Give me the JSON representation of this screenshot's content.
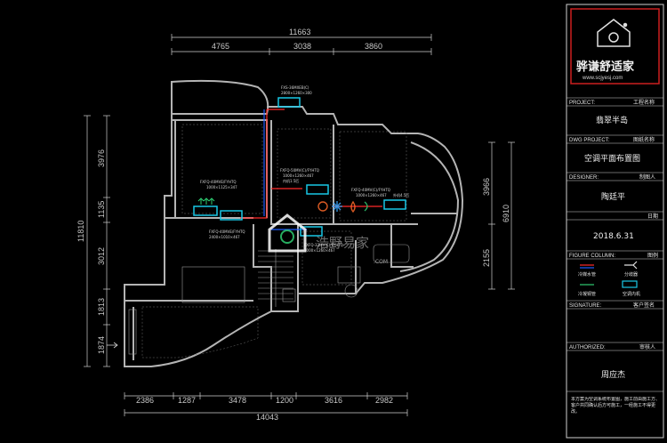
{
  "dimensions": {
    "top_total": "11663",
    "top_segments": [
      "4765",
      "3038",
      "3860"
    ],
    "bottom_total": "14043",
    "bottom_segments": [
      "2386",
      "1287",
      "3478",
      "1200",
      "3616",
      "2982"
    ],
    "left_total": "11810",
    "left_segments": [
      "3976",
      "1135",
      "3012",
      "1813",
      "1874"
    ],
    "right_total": "6910",
    "right_segments": [
      "3966",
      "2155"
    ]
  },
  "ac_labels": {
    "top": [
      "FXS-36MXEB(C)",
      "2800×1260×300"
    ],
    "left_bedroom": [
      "FXFQ-40MVE/FYHTQ",
      "1000×1125×347"
    ],
    "left_living": [
      "FXFQ-40MVE/FYHTQ",
      "2400×1010×467"
    ],
    "center_room": [
      "FXFQ-50MV(C)/FYHTQ",
      "1000×1260×467",
      "内机1.5匹"
    ],
    "right_room": [
      "FXFQ-40MV(C)/FYHTQ",
      "1000×1260×467",
      "外机4.5匹"
    ],
    "center_lower": [
      "FXFQ-32MV(C)/FYHTQ",
      "1000×1260×467"
    ]
  },
  "watermark": {
    "text": "浩野易家",
    "url": ".COM"
  },
  "title_block": {
    "logo_text": "骅谦舒适家",
    "logo_url": "www.scjyesj.com",
    "project_label_en": "PROJECT:",
    "project_label_cn": "工程名称",
    "project_value": "翡翠半岛",
    "dwg_label_en": "DWG PROJECT:",
    "dwg_label_cn": "图纸名称",
    "dwg_value": "空调平面布置图",
    "designer_label_en": "DESIGNER:",
    "designer_label_cn": "制图人",
    "designer_value": "陶廷平",
    "date_label_cn": "日期",
    "date_value": "2018.6.31",
    "legend_label_en": "FIGURE COLUMN:",
    "legend_label_cn": "图例",
    "legend_items": [
      "冷媒水管",
      "分歧器",
      "冷凝铜管",
      "空调内机"
    ],
    "signature_label_en": "SIGNATURE:",
    "signature_label_cn": "客户签名",
    "authorized_label_en": "AUTHORIZED:",
    "authorized_label_cn": "审核人",
    "authorized_value": "周应杰",
    "note_text": "本方案为空调系统布置图，施工前由施工方、客户共同确认后方可施工，一经施工不得更改。"
  },
  "colors": {
    "wall": "#b4b4b4",
    "title_block_border": "#cc1f1f",
    "ac_unit": "#19c7e6",
    "pipe_red": "#ff2a2a",
    "pipe_blue": "#1f5cff",
    "label_green": "#2ecc71",
    "dim_line": "#cfcfcf"
  }
}
